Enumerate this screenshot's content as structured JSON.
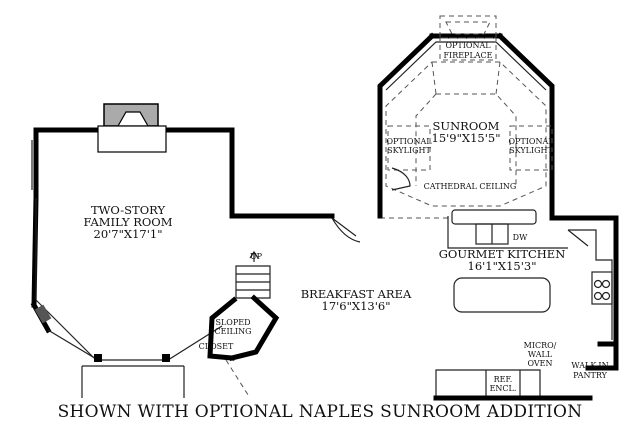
{
  "rooms": {
    "family_room": {
      "name_line1": "TWO-STORY",
      "name_line2": "FAMILY ROOM",
      "dims": "20'7\"X17'1\""
    },
    "sunroom": {
      "name": "SUNROOM",
      "dims": "15'9\"X15'5\""
    },
    "breakfast": {
      "name": "BREAKFAST AREA",
      "dims": "17'6\"X13'6\""
    },
    "kitchen": {
      "name": "GOURMET KITCHEN",
      "dims": "16'1\"X15'3\""
    }
  },
  "labels": {
    "optional_fireplace": [
      "OPTIONAL",
      "FIREPLACE"
    ],
    "optional_skylight": [
      "OPTIONAL",
      "SKYLIGHT"
    ],
    "cathedral_ceiling": "CATHEDRAL CEILING",
    "dw": "DW",
    "up": "UP",
    "sloped_ceiling": [
      "SLOPED",
      "CEILING"
    ],
    "closet": "CLOSET",
    "micro_wall_oven": [
      "MICRO/",
      "WALL",
      "OVEN"
    ],
    "ref_encl": [
      "REF.",
      "ENCL."
    ],
    "walk_in_pantry": [
      "WALK-IN",
      "PANTRY"
    ]
  },
  "caption": "SHOWN WITH OPTIONAL NAPLES SUNROOM ADDITION"
}
